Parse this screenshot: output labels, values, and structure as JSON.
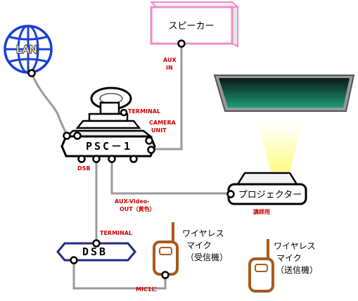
{
  "nodes": {
    "lan": {
      "label": "LAN"
    },
    "speaker": {
      "label": "スピーカー"
    },
    "psc": {
      "label": "PSC－1"
    },
    "projector": {
      "label": "プロジェクター",
      "sublabel": "講師用"
    },
    "dsb": {
      "label": "DSB"
    },
    "mic_receiver": {
      "lines": [
        "ワイヤレス",
        "マイク",
        "（受信機）"
      ]
    },
    "mic_transmitter": {
      "lines": [
        "ワイヤレス",
        "マイク",
        "（送信機）"
      ]
    }
  },
  "port_labels": {
    "aux_in": [
      "AUX",
      "IN"
    ],
    "terminal_top": "TERMINAL",
    "camera_unit": [
      "CAMERA",
      "UNIT"
    ],
    "dsb_port": "DSB",
    "aux_video": [
      "AUX-Video-",
      "OUT（黄色）"
    ],
    "terminal_dsb": "TERMINAL",
    "mic1": "MIC1に"
  },
  "colors": {
    "globe": "#1a3fd6",
    "speaker_border": "#f08cc8",
    "dsb_border": "#222a80",
    "mic": "#a85a1e",
    "port_label": "#cc0000",
    "wire": "#9a9a9a"
  }
}
